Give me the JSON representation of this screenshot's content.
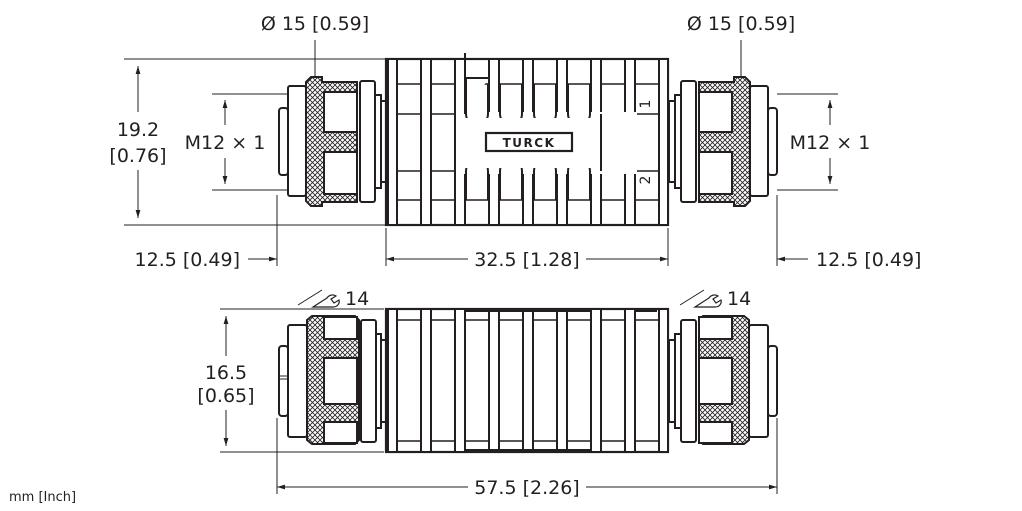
{
  "drawing": {
    "brand_label": "TURCK",
    "units_note": "mm [Inch]",
    "top_view": {
      "left_diameter": "Ø 15 [0.59]",
      "right_diameter": "Ø 15 [0.59]",
      "overall_height_mm": "19.2",
      "overall_height_in": "[0.76]",
      "left_thread": "M12 × 1",
      "right_thread": "M12 × 1",
      "port_1": "1",
      "port_2": "2",
      "left_length": "12.5 [0.49]",
      "body_length": "32.5 [1.28]",
      "right_length": "12.5 [0.49]"
    },
    "bottom_view": {
      "left_wrench": "14",
      "right_wrench": "14",
      "height_mm": "16.5",
      "height_in": "[0.65]",
      "overall_length": "57.5 [2.26]"
    }
  },
  "colors": {
    "line": "#231f20",
    "background": "#ffffff"
  }
}
